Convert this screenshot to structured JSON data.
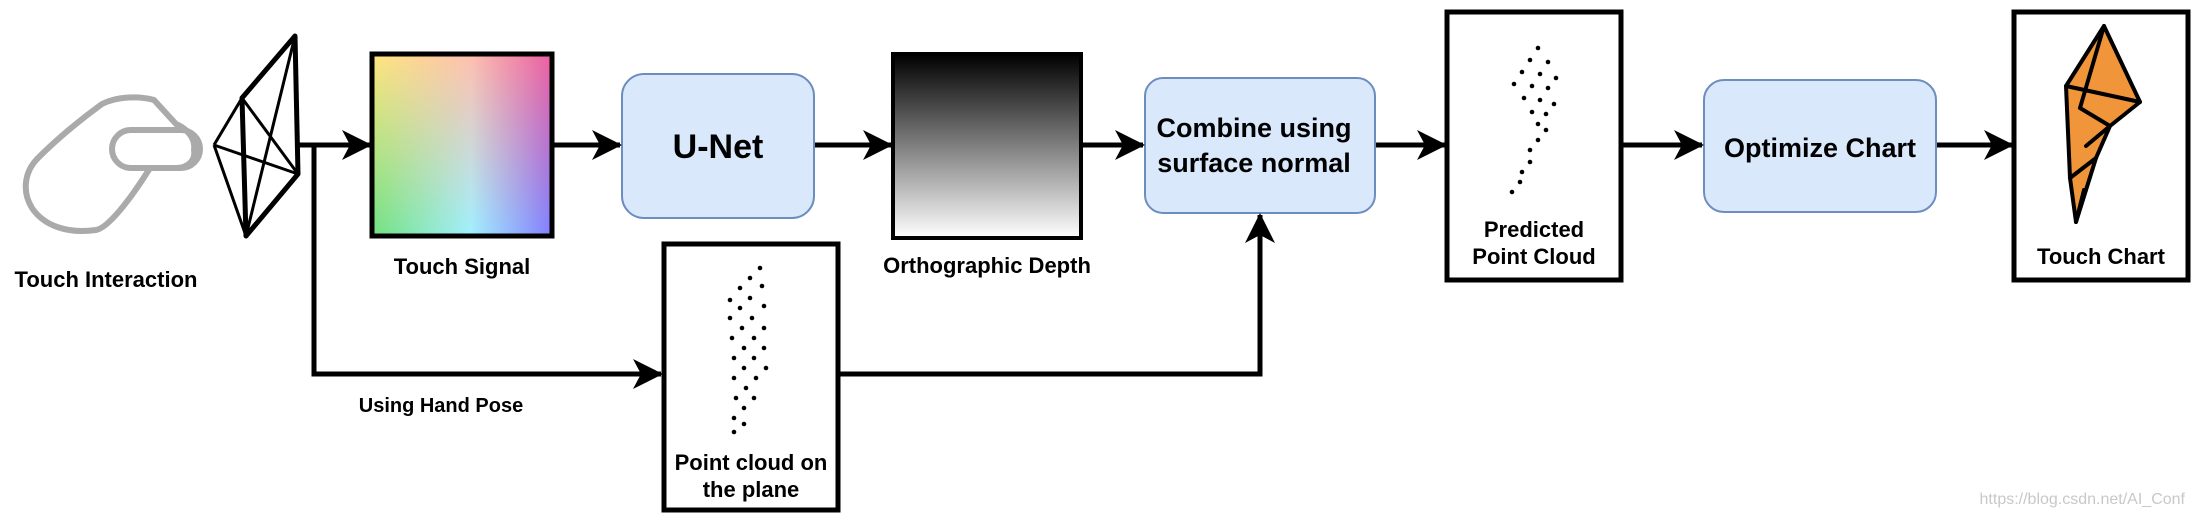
{
  "labels": {
    "touch_interaction": "Touch Interaction",
    "touch_signal": "Touch Signal",
    "unet": "U-Net",
    "ortho_depth": "Orthographic Depth",
    "combine_line1": "Combine using",
    "combine_line2": "surface normal",
    "predicted_line1": "Predicted",
    "predicted_line2": "Point Cloud",
    "optimize": "Optimize Chart",
    "touch_chart": "Touch Chart",
    "hand_pose": "Using Hand Pose",
    "plane_line1": "Point cloud on",
    "plane_line2": "the plane",
    "watermark": "https://blog.csdn.net/AI_Conf"
  },
  "colors": {
    "process_fill": "#dae8fc",
    "process_stroke": "#6c8ebf",
    "arrow": "#000000",
    "chart_fill": "#f0953a",
    "icon_gray": "#aaaaaa"
  },
  "icons": {
    "touch": "pointing-hand-icon",
    "sensor": "sensor-frame-icon",
    "chart": "touch-chart-mesh-icon"
  }
}
